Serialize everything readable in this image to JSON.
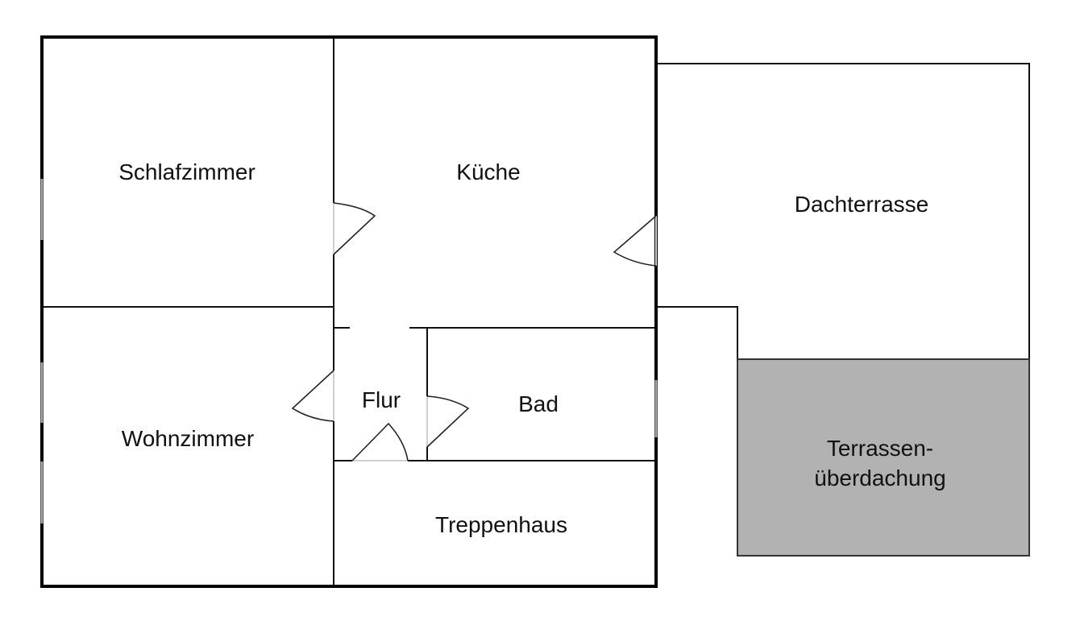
{
  "floor_plan": {
    "rooms": [
      {
        "id": "schlafzimmer",
        "label": "Schlafzimmer"
      },
      {
        "id": "kueche",
        "label": "Küche"
      },
      {
        "id": "dachterrasse",
        "label": "Dachterrasse"
      },
      {
        "id": "wohnzimmer",
        "label": "Wohnzimmer"
      },
      {
        "id": "flur",
        "label": "Flur"
      },
      {
        "id": "bad",
        "label": "Bad"
      },
      {
        "id": "treppenhaus",
        "label": "Treppenhaus"
      },
      {
        "id": "terrassenueberdachung",
        "label_line1": "Terrassen-",
        "label_line2": "überdachung"
      }
    ],
    "colors": {
      "background": "#ffffff",
      "walls": "#000000",
      "covered_area_fill": "#b2b2b2",
      "window": "#a8a8a8",
      "text": "#111111"
    }
  }
}
